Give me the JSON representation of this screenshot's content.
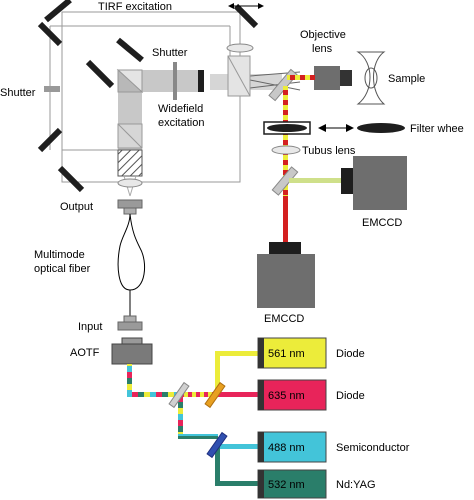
{
  "labels": {
    "tirf_excitation": "TIRF excitation",
    "shutter_top": "Shutter",
    "shutter_left": "Shutter",
    "widefield_1": "Widefield",
    "widefield_2": "excitation",
    "objective_1": "Objective",
    "objective_2": "lens",
    "sample": "Sample",
    "filter_wheel": "Filter whee",
    "tubus_lens": "Tubus lens",
    "emccd_right": "EMCCD",
    "emccd_bottom": "EMCCD",
    "output": "Output",
    "fiber_1": "Multimode",
    "fiber_2": "optical fiber",
    "input": "Input",
    "aotf": "AOTF"
  },
  "lasers": [
    {
      "wavelength": "561 nm",
      "source": "Diode",
      "color": "#ecec3a"
    },
    {
      "wavelength": "635 nm",
      "source": "Diode",
      "color": "#e8245a"
    },
    {
      "wavelength": "488 nm",
      "source": "Semiconductor",
      "color": "#43c4d9"
    },
    {
      "wavelength": "532 nm",
      "source": "Nd:YAG",
      "color": "#2a7e6a"
    }
  ],
  "colors": {
    "beam_gray": "#c8c8c8",
    "red_beam": "#d42020",
    "camera_body": "#6e6e6e",
    "mirror": "#1e1e1e"
  }
}
